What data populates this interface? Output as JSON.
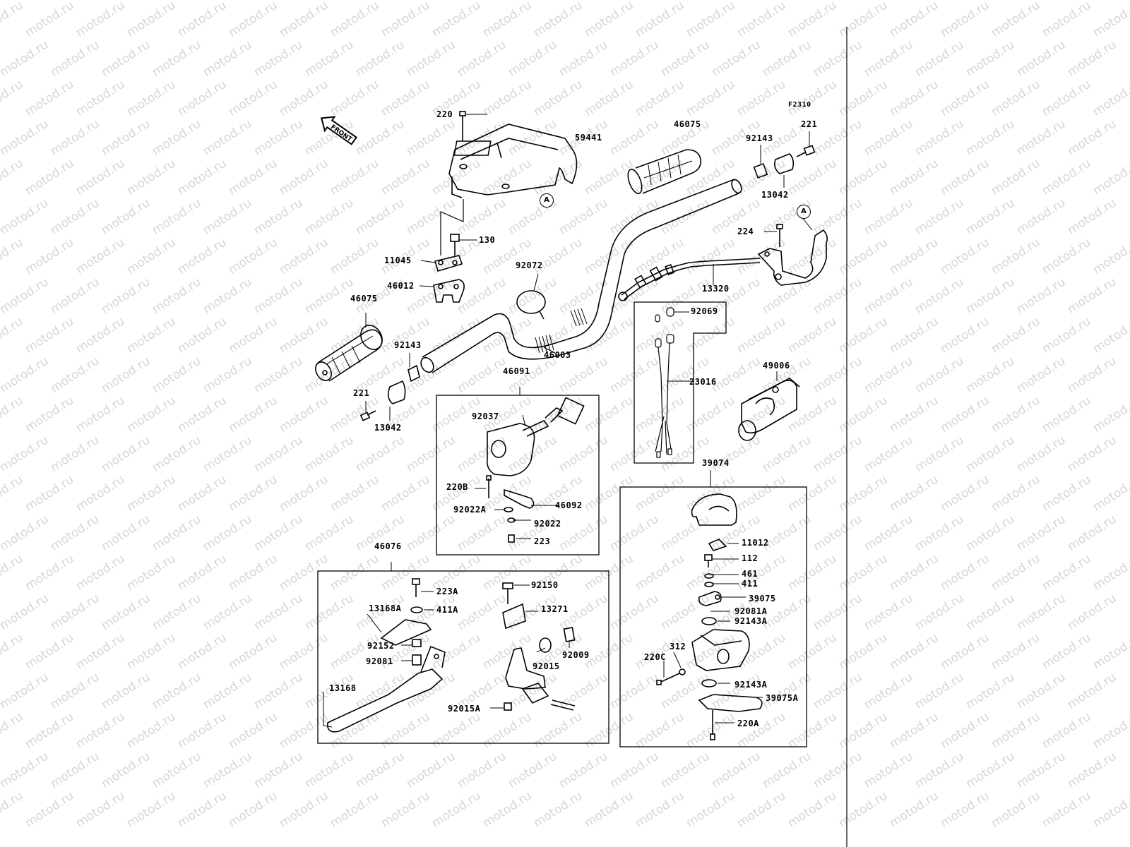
{
  "figure_code": "F2310",
  "front_label": "FRONT",
  "watermark": "motod.ru",
  "callout_marker": "A",
  "labels": {
    "p220": "220",
    "p59441": "59441",
    "p46075_top": "46075",
    "p92143_top": "92143",
    "p221_top": "221",
    "p13042_top": "13042",
    "p130": "130",
    "p11045": "11045",
    "p46012": "46012",
    "p92072": "92072",
    "p224": "224",
    "p13320": "13320",
    "p92069": "92069",
    "p46075_left": "46075",
    "p92143_left": "92143",
    "p46003": "46003",
    "p221_left": "221",
    "p13042_left": "13042",
    "p46091": "46091",
    "p23016": "23016",
    "p49006": "49006",
    "p92037": "92037",
    "p220B": "220B",
    "p46092": "46092",
    "p92022A": "92022A",
    "p92022": "92022",
    "p223": "223",
    "p39074": "39074",
    "p11012": "11012",
    "p112": "112",
    "p461": "461",
    "p411": "411",
    "p39075": "39075",
    "p92081A": "92081A",
    "p92143A_1": "92143A",
    "p220C": "220C",
    "p312": "312",
    "p92143A_2": "92143A",
    "p39075A": "39075A",
    "p220A": "220A",
    "p46076": "46076",
    "p223A": "223A",
    "p13168A": "13168A",
    "p411A": "411A",
    "p92152": "92152",
    "p92081": "92081",
    "p13168": "13168",
    "p92150": "92150",
    "p13271": "13271",
    "p92009": "92009",
    "p92015": "92015",
    "p92015A": "92015A"
  }
}
